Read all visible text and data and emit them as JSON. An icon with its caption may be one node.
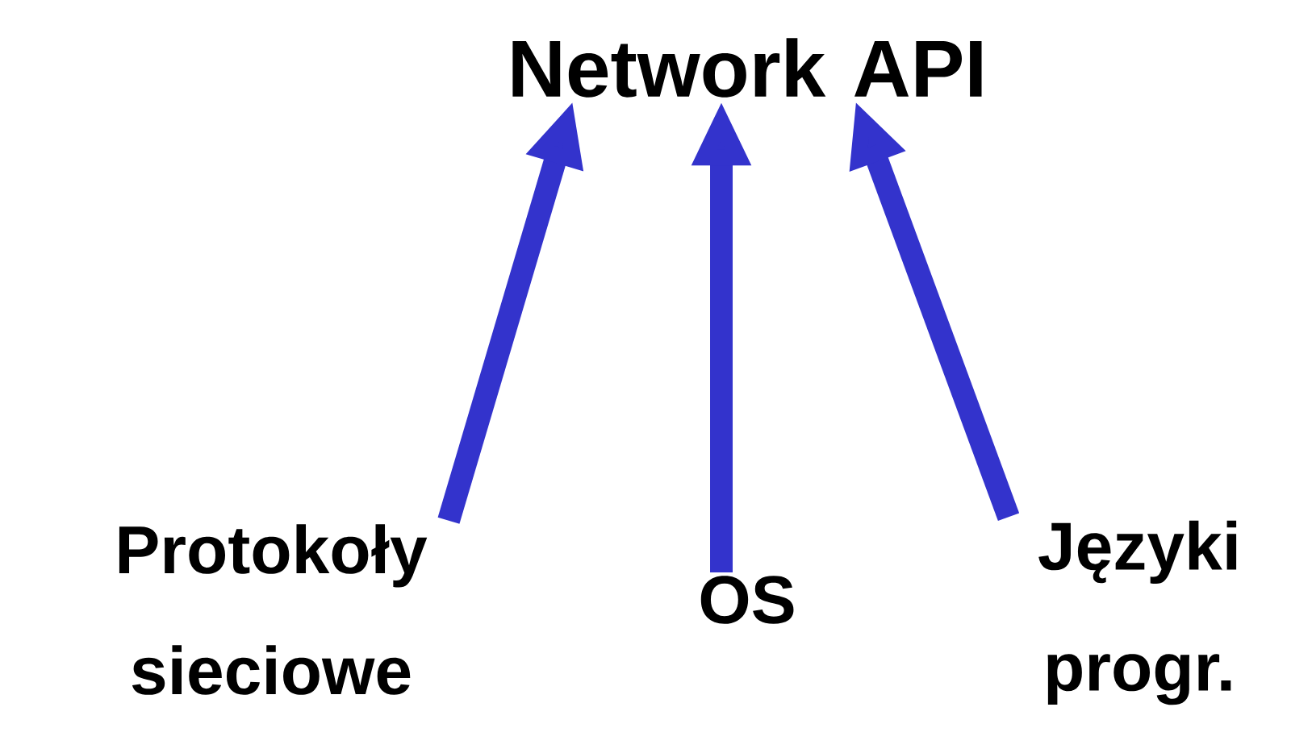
{
  "diagram": {
    "nodes": [
      {
        "text": [
          "Network API"
        ]
      },
      {
        "text": [
          "Protokoły sieciowe"
        ]
      },
      {
        "text": [
          "OS"
        ]
      },
      {
        "text": [
          "Języki progr."
        ]
      }
    ],
    "edges": [
      {
        "from": 1,
        "to": 0,
        "arrow": "to"
      },
      {
        "from": 2,
        "to": 0,
        "arrow": "to"
      },
      {
        "from": 3,
        "to": 0,
        "arrow": "to"
      }
    ]
  }
}
